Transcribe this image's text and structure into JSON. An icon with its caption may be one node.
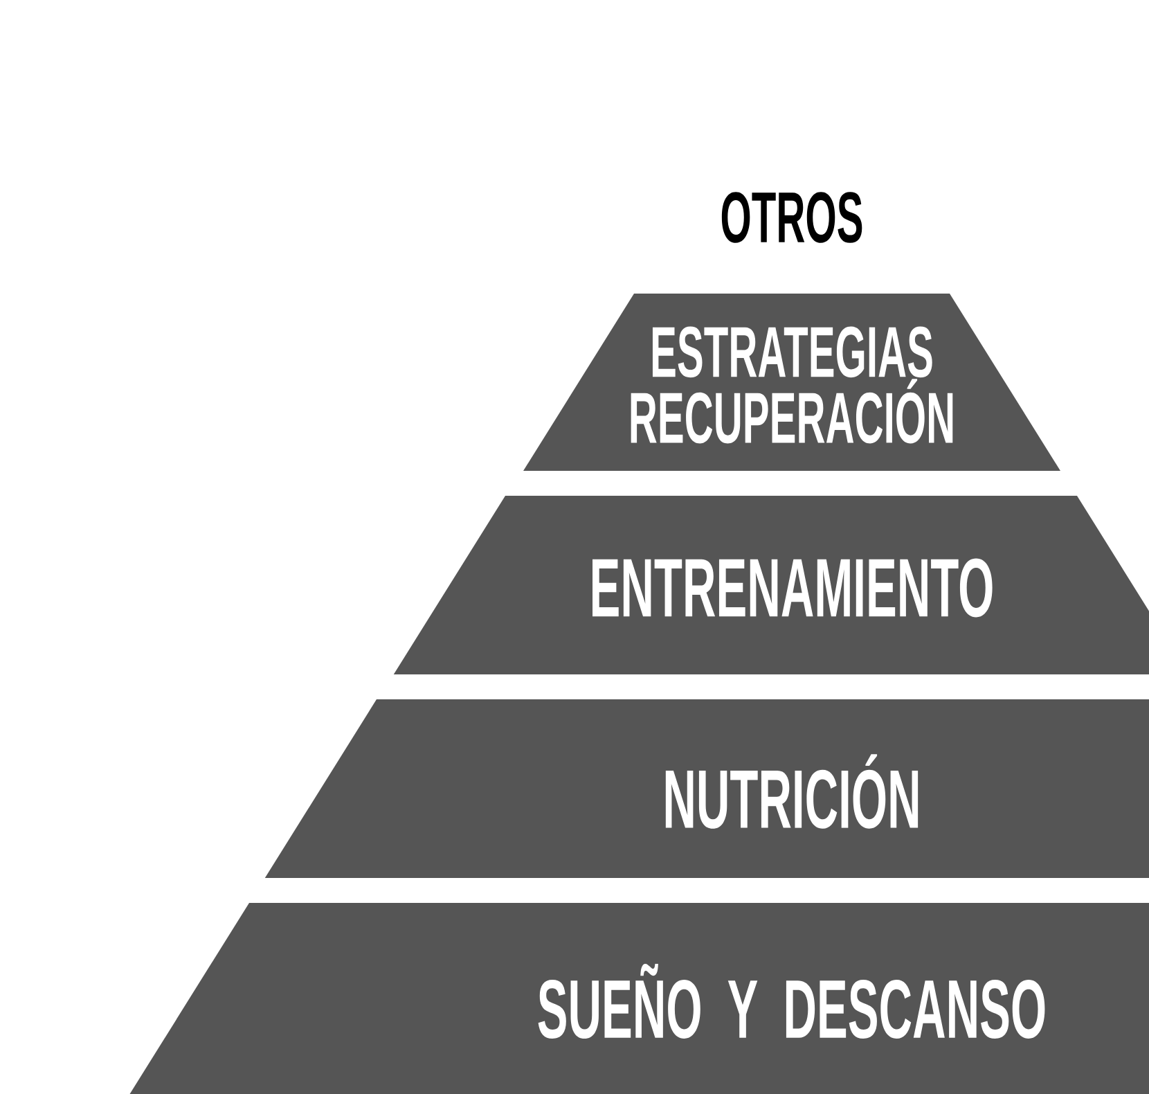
{
  "diagram": {
    "nodes": [
      {
        "text": [
          "ESTRATEGIAS RECUPERACIÓN"
        ]
      },
      {
        "text": [
          "ENTRENAMIENTO"
        ]
      },
      {
        "text": [
          "NUTRICIÓN"
        ]
      },
      {
        "text": [
          "SUEÑO Y DESCANSO"
        ]
      }
    ],
    "labels": [
      "OTROS"
    ]
  }
}
